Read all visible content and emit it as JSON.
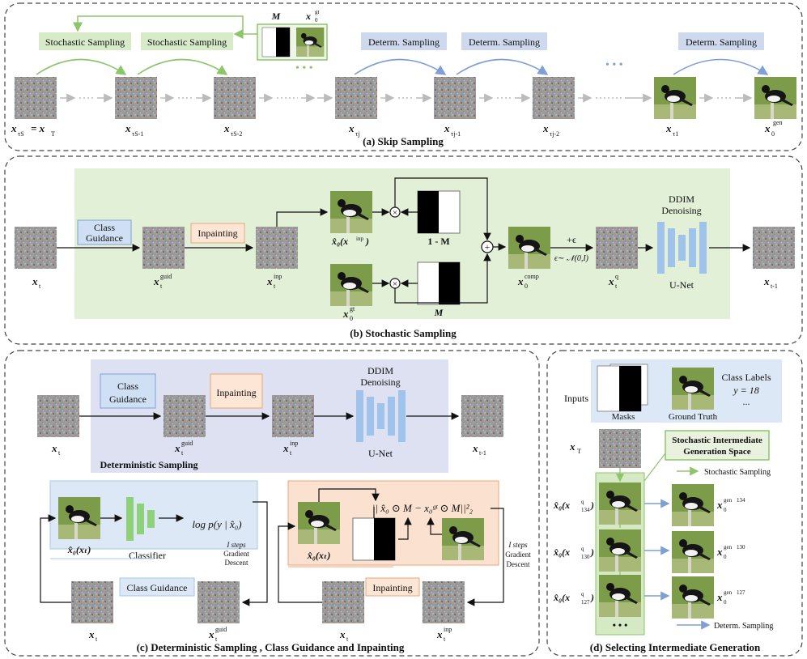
{
  "panels": {
    "a": {
      "caption": "(a) Skip Sampling",
      "stochastic_label": "Stochastic Sampling",
      "determ_label": "Determ. Sampling",
      "mask_label": "M",
      "gt_label": "x",
      "node_labels": [
        "x",
        "x",
        "x",
        "x",
        "x",
        "x",
        "x",
        "x"
      ],
      "node_subs": [
        "τS",
        "τS-1",
        "τS-2",
        "τj",
        "τj-1",
        "τj-2",
        "τ1",
        "0"
      ],
      "node_sups": [
        "",
        "",
        "",
        "",
        "",
        "",
        "",
        "gen"
      ],
      "first_eq": "= x",
      "first_eq_sub": "T"
    },
    "b": {
      "caption": "(b) Stochastic Sampling",
      "class_guidance": [
        "Class",
        "Guidance"
      ],
      "inpainting": "Inpainting",
      "labels": {
        "xt": "x",
        "xt_sub": "t",
        "xguid_sup": "guid",
        "xinp_sup": "inp",
        "x0hat": "x̂₀(x",
        "x0hat_sup": "inp",
        "x0gt_sup": "gt",
        "one_minus_m": "1 - M",
        "m": "M",
        "x0comp_sup": "comp",
        "plus_eps": "+ϵ",
        "eps_dist": "ϵ∼ 𝒩(0,I)",
        "xq_sup": "q",
        "xt1": "x",
        "xt1_sub": "t-1",
        "ddim": [
          "DDIM",
          "Denoising"
        ],
        "unet": "U-Net"
      }
    },
    "c": {
      "caption": "(c)  Deterministic Sampling , Class Guidance and Inpainting",
      "class_guidance": [
        "Class",
        "Guidance"
      ],
      "inpainting": "Inpainting",
      "ddim": [
        "DDIM",
        "Denoising"
      ],
      "unet": "U-Net",
      "det_title": "Deterministic Sampling",
      "classifier": "Classifier",
      "logp": "log p(y | x̂₀)",
      "steps": [
        "I steps",
        "Gradient",
        "Descent"
      ],
      "loss": "|| x̂₀ ⊙ M − x₀ᵍᵗ ⊙ M||²₂",
      "cg_box": "Class Guidance",
      "inp_box": "Inpainting",
      "x0hat_xt": "x̂₀(xₜ)"
    },
    "d": {
      "caption": "(d) Selecting Intermediate Generation",
      "inputs": "Inputs",
      "masks": "Masks",
      "ground_truth": "Ground Truth",
      "class_labels": [
        "Class Labels",
        "y = 18",
        "..."
      ],
      "space_title": [
        "Stochastic Intermediate",
        "Generation Space"
      ],
      "legend_stoch": "Stochastic Sampling",
      "legend_determ": "Determ. Sampling",
      "xT": "x",
      "xT_sub": "T",
      "rows": [
        {
          "label": "x̂₀(x",
          "sub": "134",
          "gen": "134"
        },
        {
          "label": "x̂₀(x",
          "sub": "130",
          "gen": "130"
        },
        {
          "label": "x̂₀(x",
          "sub": "127",
          "gen": "127"
        }
      ],
      "dots": "• • •"
    }
  },
  "colors": {
    "green_fill": "#e3f0d8",
    "green_box": "#d4e9c4",
    "green_arrow": "#8dc56b",
    "blue_fill": "#dde1f2",
    "blue_box": "#cfd9ee",
    "blue_arrow": "#7f9fd5",
    "orange_fill": "#fbe1cf",
    "orange_box": "#fde6d6",
    "unet": "#9fc3ea"
  }
}
